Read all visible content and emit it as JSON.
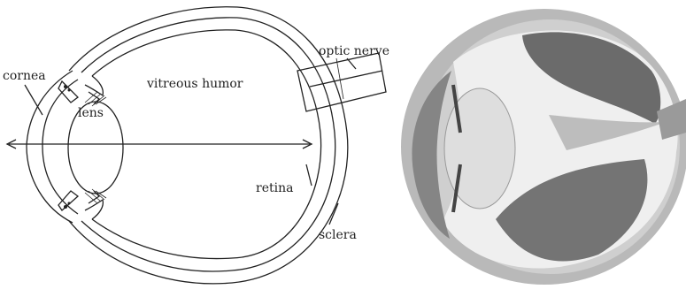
{
  "labels": {
    "cornea": "cornea",
    "lens": "lens",
    "vitreous": "vitreous humor",
    "optic_nerve": "optic nerve",
    "retina": "retina",
    "sclera": "sclera"
  },
  "colors": {
    "ink": "#222222",
    "sclera_ring": "#b9b9b9",
    "cornea_dark": "#858585",
    "lens_light": "#dedede",
    "vitreous_light": "#efefef",
    "retina_dark": "#4a4a4a"
  }
}
